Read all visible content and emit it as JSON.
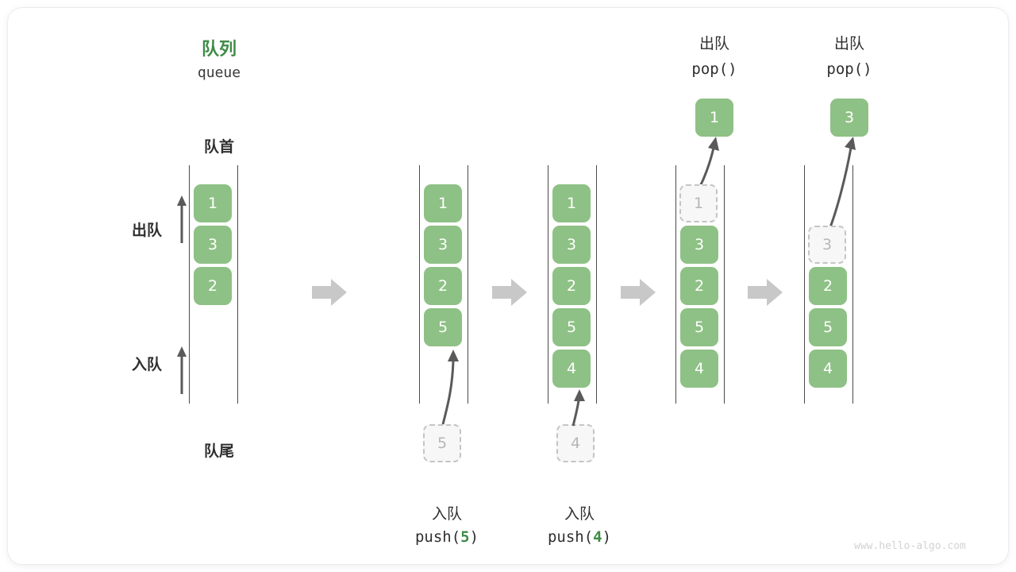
{
  "diagram": {
    "title_cn": "队列",
    "title_en": "queue",
    "front_label": "队首",
    "rear_label": "队尾",
    "dequeue_label": "出队",
    "enqueue_label": "入队",
    "accent_color": "#3f8b46",
    "cell_color": "#8ec185",
    "ghost_color": "#f7f7f7",
    "arrow_color": "#c8c8c8"
  },
  "steps": [
    {
      "id": "initial",
      "cells": [
        {
          "value": "1",
          "state": "filled"
        },
        {
          "value": "3",
          "state": "filled"
        },
        {
          "value": "2",
          "state": "filled"
        }
      ],
      "caption_cn": "",
      "caption_code": ""
    },
    {
      "id": "push-5",
      "cells": [
        {
          "value": "1",
          "state": "filled"
        },
        {
          "value": "3",
          "state": "filled"
        },
        {
          "value": "2",
          "state": "filled"
        },
        {
          "value": "5",
          "state": "filled"
        }
      ],
      "incoming": {
        "value": "5",
        "state": "ghost"
      },
      "caption_cn": "入队",
      "caption_code_prefix": "push(",
      "caption_code_value": "5",
      "caption_code_suffix": ")"
    },
    {
      "id": "push-4",
      "cells": [
        {
          "value": "1",
          "state": "filled"
        },
        {
          "value": "3",
          "state": "filled"
        },
        {
          "value": "2",
          "state": "filled"
        },
        {
          "value": "5",
          "state": "filled"
        },
        {
          "value": "4",
          "state": "filled"
        }
      ],
      "incoming": {
        "value": "4",
        "state": "ghost"
      },
      "caption_cn": "入队",
      "caption_code_prefix": "push(",
      "caption_code_value": "4",
      "caption_code_suffix": ")"
    },
    {
      "id": "pop-1",
      "cells": [
        {
          "value": "1",
          "state": "ghost"
        },
        {
          "value": "3",
          "state": "filled"
        },
        {
          "value": "2",
          "state": "filled"
        },
        {
          "value": "5",
          "state": "filled"
        },
        {
          "value": "4",
          "state": "filled"
        }
      ],
      "popped": {
        "value": "1",
        "state": "filled"
      },
      "header_cn": "出队",
      "header_code": "pop()"
    },
    {
      "id": "pop-3",
      "cells": [
        {
          "value": "",
          "state": "empty"
        },
        {
          "value": "3",
          "state": "ghost"
        },
        {
          "value": "2",
          "state": "filled"
        },
        {
          "value": "5",
          "state": "filled"
        },
        {
          "value": "4",
          "state": "filled"
        }
      ],
      "popped": {
        "value": "3",
        "state": "filled"
      },
      "header_cn": "出队",
      "header_code": "pop()"
    }
  ],
  "footer": {
    "watermark": "www.hello-algo.com"
  }
}
